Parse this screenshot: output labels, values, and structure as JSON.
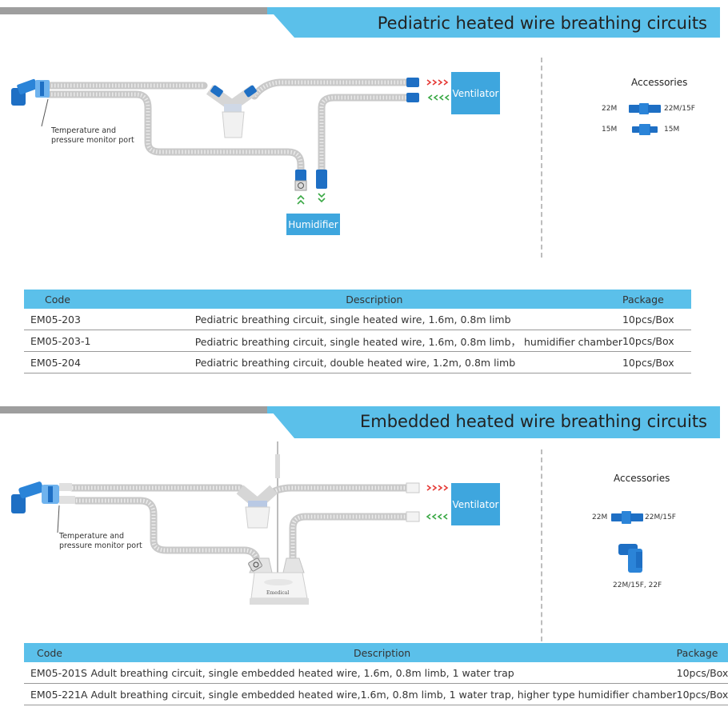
{
  "section1": {
    "title": "Pediatric heated wire breathing circuits",
    "ventilator_label": "Ventilator",
    "humidifier_label": "Humidifier",
    "callout": [
      "Temperature and",
      "pressure monitor port"
    ],
    "accessories": {
      "title": "Accessories",
      "labels": [
        "22M",
        "22M/15F",
        "15M",
        "15M"
      ]
    },
    "table": {
      "headers": [
        "Code",
        "Description",
        "Package"
      ],
      "rows": [
        {
          "code": "EM05-203",
          "description": "Pediatric breathing circuit, single heated wire, 1.6m, 0.8m limb",
          "package": "10pcs/Box"
        },
        {
          "code": "EM05-203-1",
          "description": "Pediatric breathing circuit, single heated wire, 1.6m, 0.8m limb， humidifier chamber",
          "package": "10pcs/Box"
        },
        {
          "code": "EM05-204",
          "description": "Pediatric breathing circuit, double heated wire, 1.2m, 0.8m limb",
          "package": "10pcs/Box"
        }
      ]
    }
  },
  "section2": {
    "title": "Embedded heated wire breathing circuits",
    "ventilator_label": "Ventilator",
    "humidifier_brand": "Emedical",
    "callout": [
      "Temperature and",
      "pressure monitor port"
    ],
    "accessories": {
      "title": "Accessories",
      "labels": [
        "22M",
        "22M/15F",
        "22M/15F, 22F"
      ]
    },
    "table": {
      "headers": [
        "Code",
        "Description",
        "Package"
      ],
      "rows": [
        {
          "code": "EM05-201S",
          "description": "Adult breathing circuit, single embedded heated wire, 1.6m, 0.8m limb, 1 water trap",
          "package": "10pcs/Box"
        },
        {
          "code": "EM05-221A",
          "description": "Adult breathing circuit, single embedded heated wire,1.6m, 0.8m limb, 1 water trap, higher type humidifier chamber",
          "package": "10pcs/Box"
        }
      ]
    }
  },
  "colors": {
    "banner_blue": "#5bc0ea",
    "banner_gray": "#9e9e9e",
    "box_blue": "#3ea6de",
    "connector_blue": "#1e6fc4",
    "arrow_red": "#e53935",
    "arrow_green": "#3aa845"
  }
}
